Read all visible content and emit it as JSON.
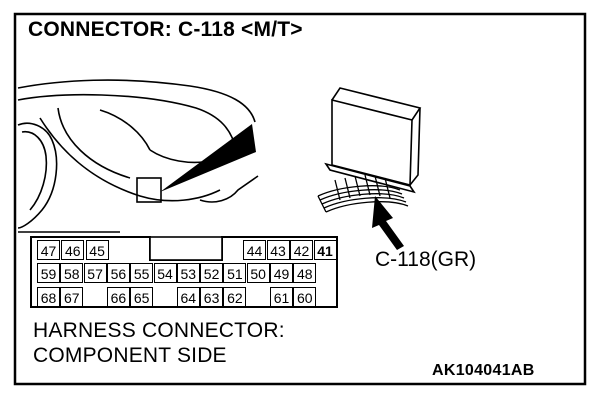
{
  "title": "CONNECTOR: C-118 <M/T>",
  "connector_label": "C-118(GR)",
  "caption": {
    "line1": "HARNESS CONNECTOR:",
    "line2": "COMPONENT SIDE"
  },
  "figure_code": "AK104041AB",
  "pins": {
    "row1": [
      "47",
      "46",
      "45",
      "",
      "",
      "",
      "",
      "",
      "",
      "44",
      "43",
      "42",
      "41"
    ],
    "row2": [
      "59",
      "58",
      "57",
      "56",
      "55",
      "54",
      "53",
      "52",
      "51",
      "50",
      "49",
      "48"
    ],
    "row3": [
      "68",
      "67",
      "",
      "66",
      "65",
      "",
      "64",
      "63",
      "62",
      "",
      "61",
      "60"
    ]
  }
}
